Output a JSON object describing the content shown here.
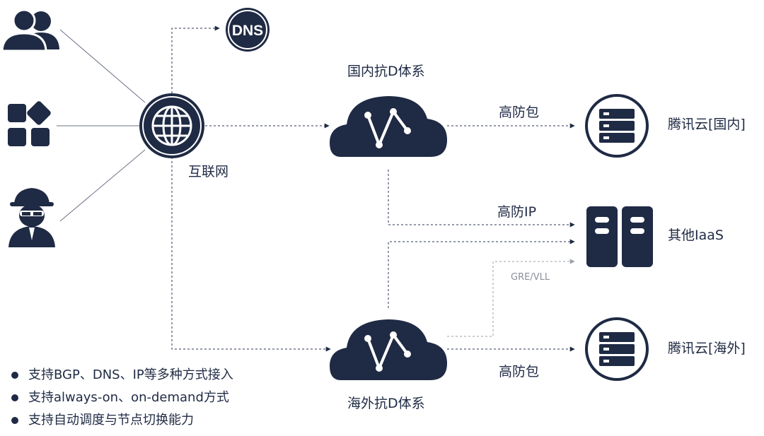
{
  "labels": {
    "dns": "DNS",
    "internet": "互联网",
    "domestic_system": "国内抗D体系",
    "overseas_system": "海外抗D体系",
    "anti_ddos_package_top": "高防包",
    "anti_ddos_ip": "高防IP",
    "anti_ddos_package_bottom": "高防包",
    "gre_vll": "GRE/VLL",
    "tencent_cloud_domestic": "腾讯云[国内]",
    "other_iaas": "其他IaaS",
    "tencent_cloud_overseas": "腾讯云[海外]"
  },
  "features": [
    "支持BGP、DNS、IP等多种方式接入",
    "支持always-on、on-demand方式",
    "支持自动调度与节点切换能力"
  ],
  "icons": {
    "users": "users-icon",
    "apps": "apps-icon",
    "attacker": "hacker-icon",
    "internet": "globe-icon",
    "dns": "dns-icon",
    "cloud": "cloud-icon",
    "server": "server-icon"
  },
  "colors": {
    "primary": "#1f2a44",
    "line": "#2a3553",
    "gre_line": "#9aa0a8"
  }
}
